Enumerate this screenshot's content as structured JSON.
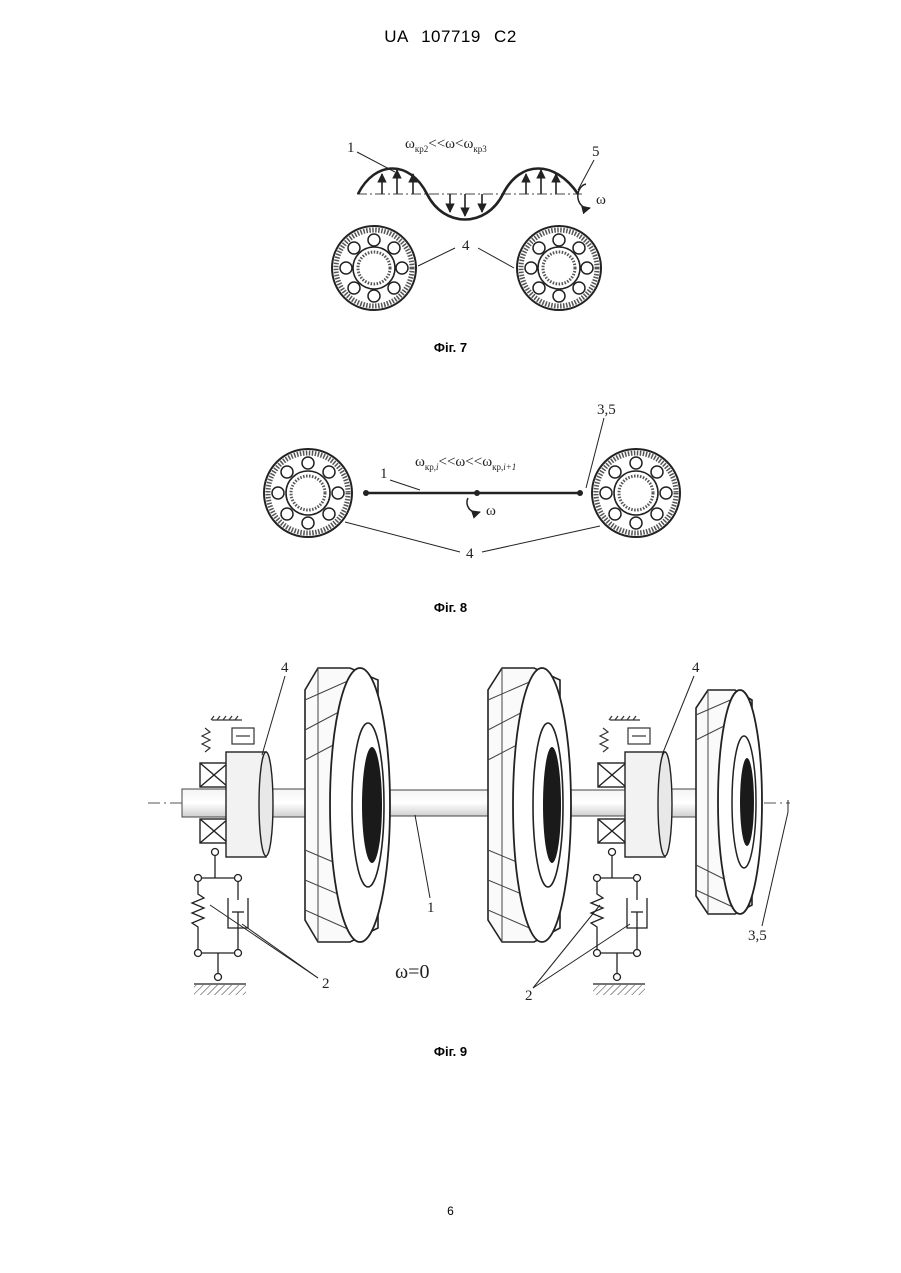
{
  "header": {
    "text": "UA  107719  C2"
  },
  "fig7": {
    "caption": "Фіг. 7",
    "formula": {
      "w1": "ω",
      "s1": "кр2",
      "mid": "<<ω<ω",
      "s2": "кр3"
    },
    "labels": {
      "shaft": "1",
      "disk": "5",
      "bearings": "4",
      "omega": "ω"
    }
  },
  "fig8": {
    "caption": "Фіг. 8",
    "formula": {
      "w1": "ω",
      "s1": "кр,",
      "i": "i",
      "mid": "<<ω<<ω",
      "s2": "кр,",
      "i2": "i+1"
    },
    "labels": {
      "shaft": "1",
      "disk": "3,5",
      "bearings": "4",
      "omega": "ω"
    }
  },
  "fig9": {
    "caption": "Фіг. 9",
    "formula": "ω=0",
    "labels": {
      "bearing_left": "4",
      "bearing_right": "4",
      "shaft": "1",
      "disk": "3,5",
      "supports_left": "2",
      "supports_right": "2"
    }
  },
  "page_number": "6"
}
